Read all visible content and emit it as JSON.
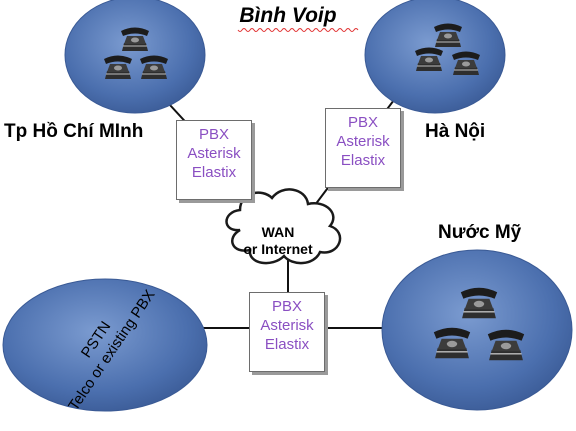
{
  "title": "Bình Voip",
  "sites": {
    "hcm": "Tp Hồ Chí MInh",
    "hanoi": "Hà Nội",
    "usa": "Nước Mỹ"
  },
  "pbx_box": {
    "line1": "PBX",
    "line2": "Asterisk",
    "line3": "Elastix"
  },
  "cloud": {
    "line1": "WAN",
    "line2": "or Internet"
  },
  "pstn": {
    "line1": "PSTN",
    "line2": "Telco or existing PBX"
  },
  "colors": {
    "node_blue": "#4b6fae",
    "pbx_text": "#8a4fc2",
    "title_underline": "#e03030"
  },
  "icons": {
    "phone": "telephone-icon",
    "cloud": "cloud-icon"
  }
}
